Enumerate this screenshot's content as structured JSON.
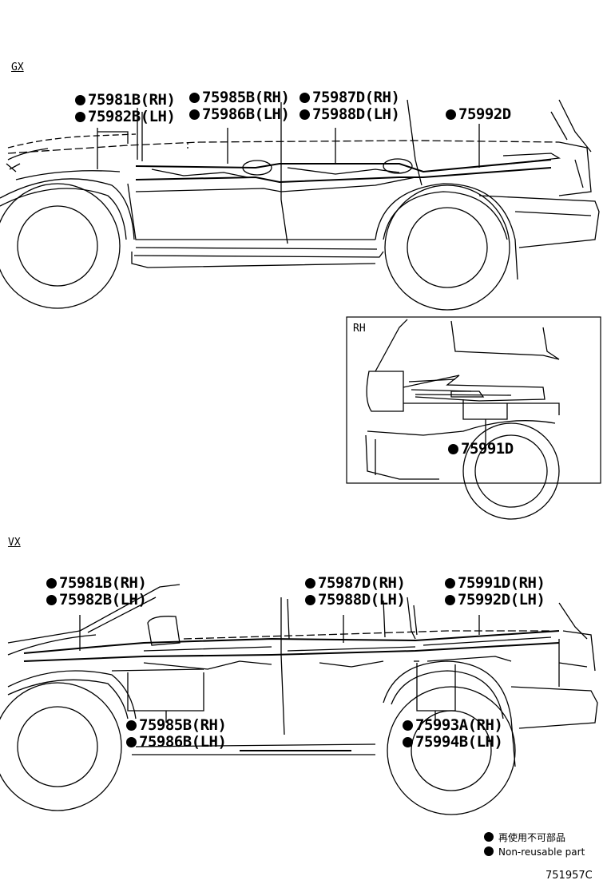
{
  "sections": {
    "gx": {
      "title": "GX"
    },
    "rh_inset": {
      "title": "RH"
    },
    "vx": {
      "title": "VX"
    }
  },
  "gx_labels": {
    "a1": "75981B(RH)",
    "a2": "75982B(LH)",
    "b1": "75985B(RH)",
    "b2": "75986B(LH)",
    "c1": "75987D(RH)",
    "c2": "75988D(LH)",
    "d1": "75992D"
  },
  "rh_labels": {
    "a1": "75991D"
  },
  "vx_labels": {
    "a1": "75981B(RH)",
    "a2": "75982B(LH)",
    "b1": "75987D(RH)",
    "b2": "75988D(LH)",
    "c1": "75991D(RH)",
    "c2": "75992D(LH)",
    "d1": "75985B(RH)",
    "d2": "75986B(LH)",
    "e1": "75993A(RH)",
    "e2": "75994B(LH)"
  },
  "legend": {
    "line1": "再使用不可部品",
    "line2": "Non-reusable part"
  },
  "figure_code": "751957C",
  "colors": {
    "ink": "#000000",
    "background": "#ffffff"
  }
}
